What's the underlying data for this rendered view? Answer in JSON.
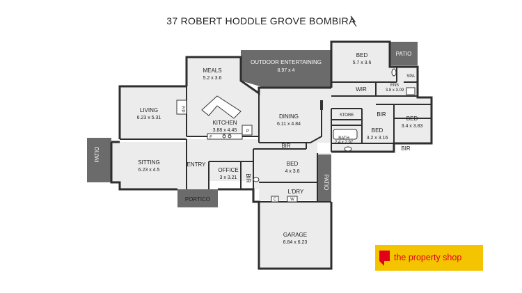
{
  "title": "37 ROBERT HODDLE GROVE BOMBIRA",
  "brand": {
    "name": "the property shop",
    "colors": {
      "background": "#f5c400",
      "text": "#e2001a"
    }
  },
  "compass_icon": "north-arrow",
  "rooms": {
    "outdoor": {
      "name": "OUTDOOR ENTERTAINING",
      "size": "8.97 x 4"
    },
    "meals": {
      "name": "MEALS",
      "size": "5.2 x 3.6"
    },
    "bed1": {
      "name": "BED",
      "size": "5.7 x 3.6"
    },
    "patio_ne": {
      "name": "PATIO"
    },
    "spa": {
      "name": "SPA"
    },
    "wir": {
      "name": "WIR"
    },
    "ens": {
      "name": "ENS",
      "size": "3.8 x 3.09"
    },
    "living": {
      "name": "LIVING",
      "size": "6.23 x 5.31"
    },
    "fp": {
      "name": "F/P"
    },
    "kitchen": {
      "name": "KITCHEN",
      "size": "3.88 x 4.45"
    },
    "dining": {
      "name": "DINING",
      "size": "6.11 x 4.84"
    },
    "store": {
      "name": "STORE"
    },
    "bir1": {
      "name": "BIR"
    },
    "bed2": {
      "name": "BED",
      "size": "3.4 x 3.83"
    },
    "bed3": {
      "name": "BED",
      "size": "3.2 x 3.16"
    },
    "bath": {
      "name": "BATH",
      "size": "2.4 x 2.97"
    },
    "bir2": {
      "name": "BIR"
    },
    "patio_w": {
      "name": "PATIO"
    },
    "sitting": {
      "name": "SITTING",
      "size": "6.23 x 4.5"
    },
    "entry": {
      "name": "ENTRY"
    },
    "office": {
      "name": "OFFICE",
      "size": "3 x 3.21"
    },
    "bir3": {
      "name": "BIR"
    },
    "bir4": {
      "name": "BIR"
    },
    "bed4": {
      "name": "BED",
      "size": "4 x 3.6"
    },
    "patio_s": {
      "name": "PATIO"
    },
    "ldry": {
      "name": "L'DRY"
    },
    "portico": {
      "name": "PORTICO"
    },
    "garage": {
      "name": "GARAGE",
      "size": "6.84 x 6.23"
    },
    "f": {
      "name": "F"
    },
    "p": {
      "name": "P"
    },
    "c": {
      "name": "C"
    },
    "w": {
      "name": "W"
    }
  }
}
